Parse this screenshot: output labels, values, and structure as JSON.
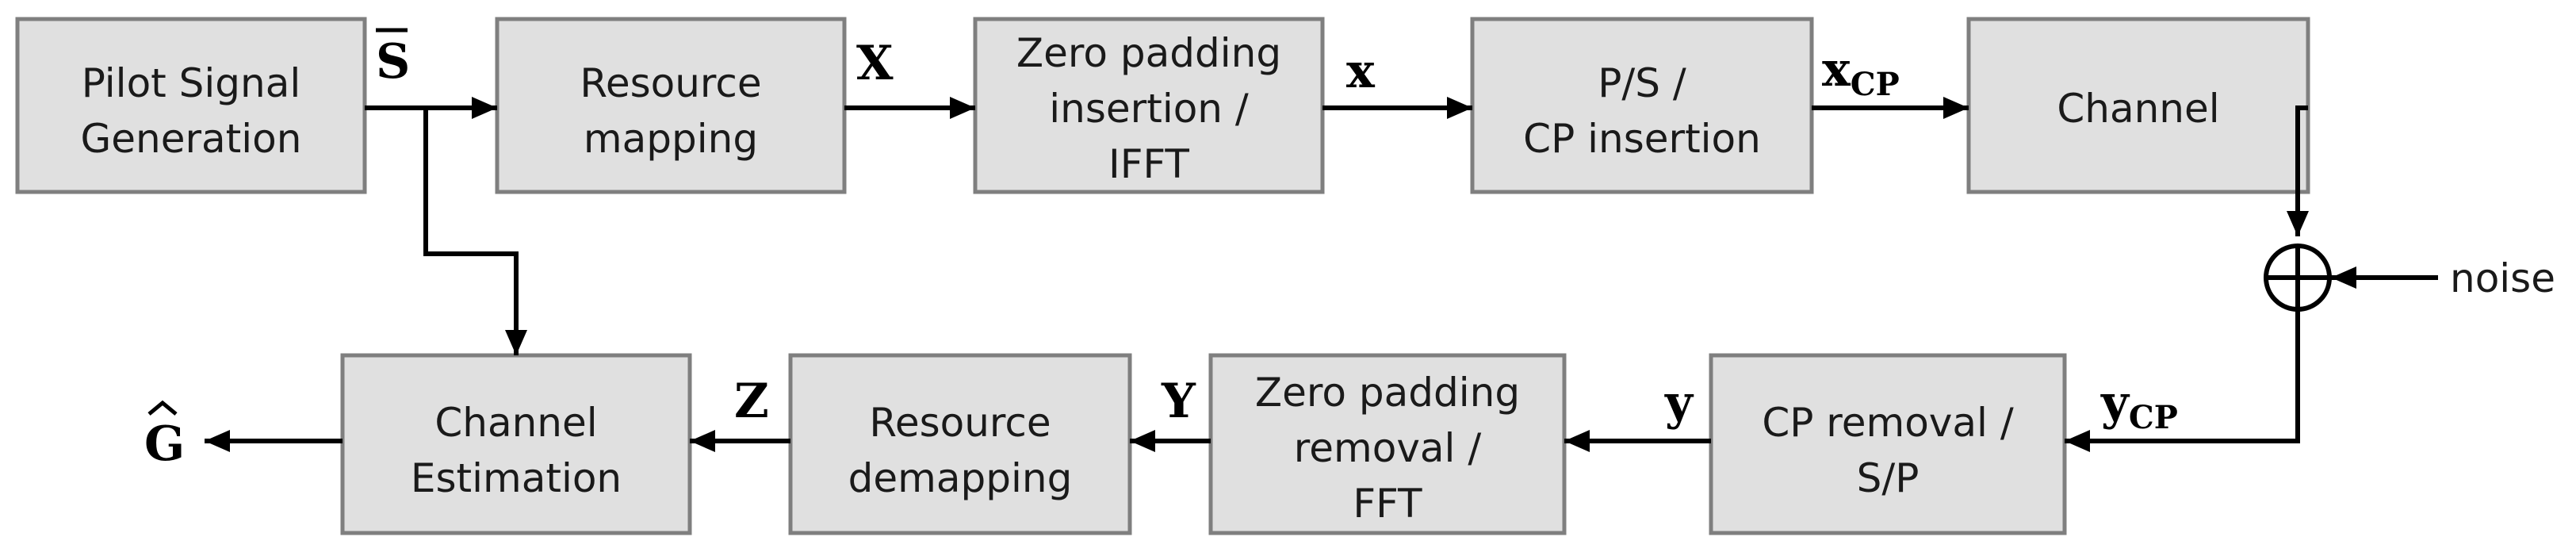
{
  "blocks": {
    "pilot": [
      "Pilot Signal",
      "Generation"
    ],
    "resource_mapping": [
      "Resource",
      "mapping"
    ],
    "zero_padding_insertion": [
      "Zero padding",
      "insertion /",
      "IFFT"
    ],
    "ps_cp_insertion": [
      "P/S /",
      "CP insertion"
    ],
    "channel": [
      "Channel"
    ],
    "cp_removal": [
      "CP removal /",
      "S/P"
    ],
    "zero_padding_removal": [
      "Zero padding",
      "removal /",
      "FFT"
    ],
    "resource_demapping": [
      "Resource",
      "demapping"
    ],
    "channel_estimation": [
      "Channel",
      "Estimation"
    ]
  },
  "signals": {
    "s_bar": "S",
    "X": "X",
    "x": "x",
    "x_cp": "x",
    "x_cp_sub": "CP",
    "y_cp": "y",
    "y_cp_sub": "CP",
    "y": "y",
    "Y": "Y",
    "Z": "Z",
    "G_hat": "G",
    "noise": "noise"
  }
}
